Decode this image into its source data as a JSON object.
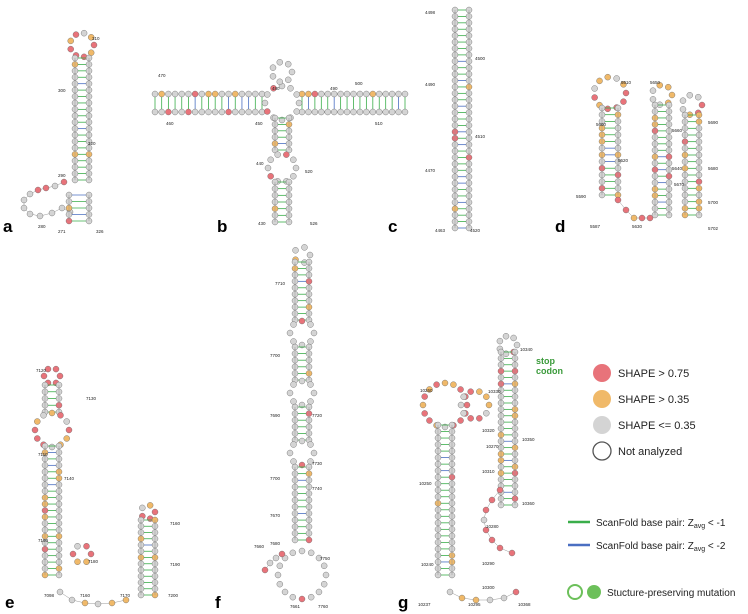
{
  "panels": [
    {
      "letter": "a",
      "ticks": [
        "310",
        "300",
        "320",
        "290",
        "280",
        "271",
        "326"
      ]
    },
    {
      "letter": "b",
      "ticks": [
        "470",
        "460",
        "480",
        "490",
        "450",
        "500",
        "510",
        "520",
        "440",
        "430",
        "526"
      ]
    },
    {
      "letter": "c",
      "ticks": [
        "4498",
        "4500",
        "4490",
        "4510",
        "4470",
        "4463",
        "4520"
      ]
    },
    {
      "letter": "d",
      "ticks": [
        "5610",
        "5600",
        "5620",
        "5590",
        "5587",
        "5630",
        "5650",
        "5690",
        "5660",
        "5640",
        "5680",
        "5670",
        "5700",
        "5702"
      ]
    },
    {
      "letter": "e",
      "ticks": [
        "7120",
        "7130",
        "7110",
        "7140",
        "7150",
        "7160",
        "7190",
        "7180",
        "7098",
        "7160",
        "7170",
        "7200"
      ]
    },
    {
      "letter": "f",
      "ticks": [
        "7710",
        "7700",
        "7690",
        "7720",
        "7730",
        "7680",
        "7700",
        "7740",
        "7670",
        "7660",
        "7750",
        "7661",
        "7760"
      ]
    },
    {
      "letter": "g",
      "ticks": [
        "10340",
        "10330",
        "10260",
        "10320",
        "10350",
        "10270",
        "10310",
        "10360",
        "10250",
        "10280",
        "10290",
        "10240",
        "10300",
        "10237",
        "10295",
        "10368"
      ]
    }
  ],
  "stop_codon": {
    "line1": "stop",
    "line2": "codon"
  },
  "legend": {
    "shape": [
      {
        "label": "SHAPE > 0.75",
        "color": "#e8737a"
      },
      {
        "label": "SHAPE > 0.35",
        "color": "#f0b969"
      },
      {
        "label": "SHAPE <= 0.35",
        "color": "#d4d4d4"
      },
      {
        "label": "Not analyzed",
        "color": "#ffffff"
      }
    ],
    "pairs": [
      {
        "label": "ScanFold base pair: Z",
        "sub": "avg",
        "suffix": " < -1",
        "color": "#3aae4a"
      },
      {
        "label": "ScanFold base pair: Z",
        "sub": "avg",
        "suffix": " < -2",
        "color": "#4a6fc2"
      }
    ],
    "mutation_label": "Stucture-preserving mutation",
    "mutation_color": "#6cc05a"
  }
}
